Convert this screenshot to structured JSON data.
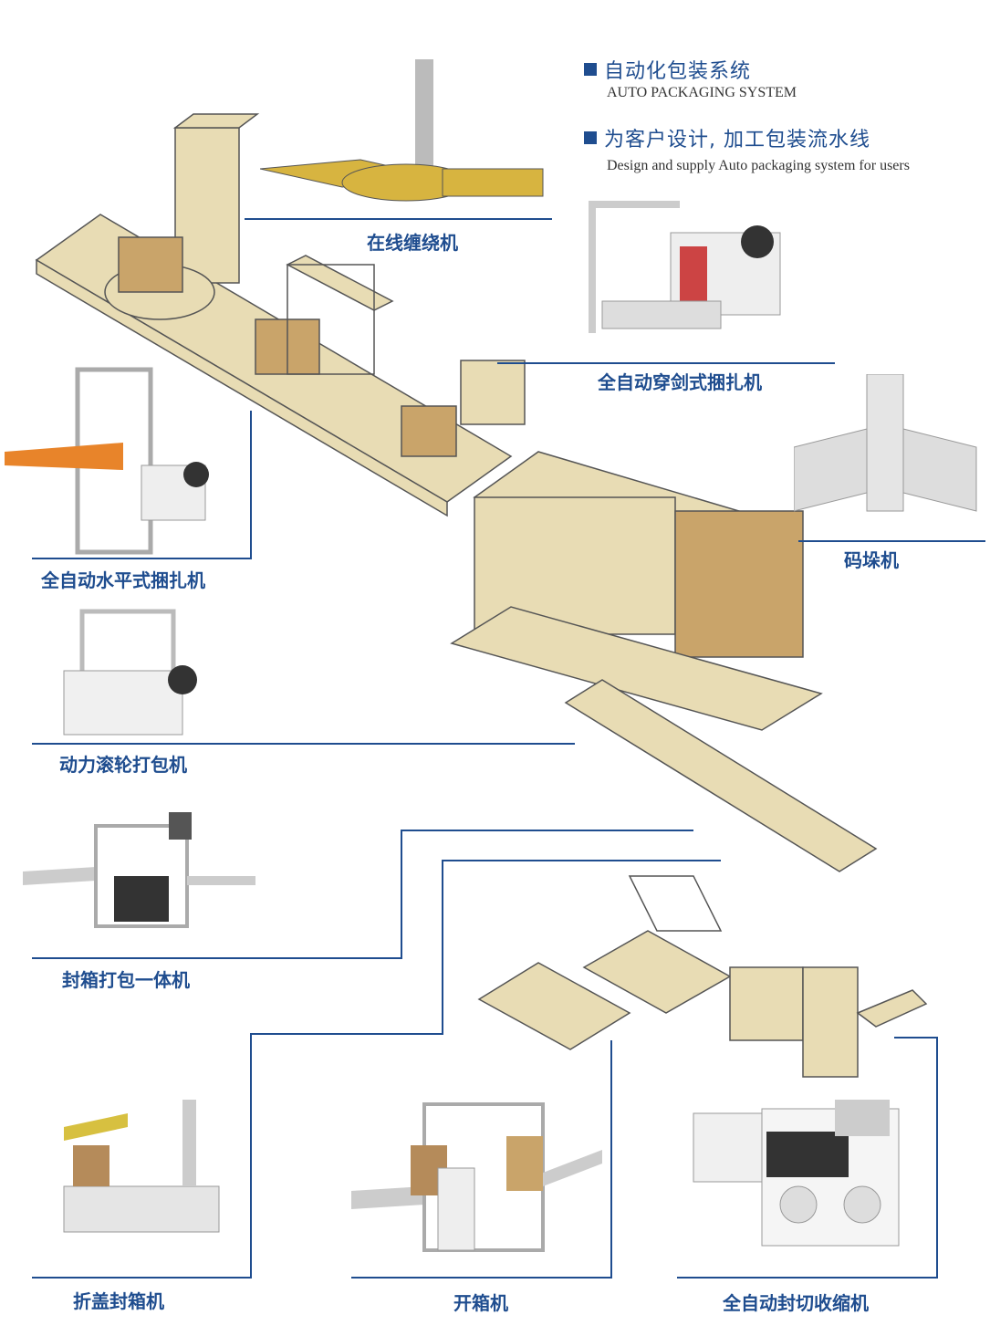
{
  "header": {
    "title_cn": "自动化包装系统",
    "title_en": "AUTO PACKAGING SYSTEM",
    "subtitle_cn": "为客户设计, 加工包装流水线",
    "subtitle_en": "Design and supply Auto packaging system for users"
  },
  "machines": [
    {
      "id": "inline-wrapper",
      "label": "在线缠绕机"
    },
    {
      "id": "arch-strapping",
      "label": "全自动穿剑式捆扎机"
    },
    {
      "id": "palletizer",
      "label": "码垛机"
    },
    {
      "id": "horizontal-strapping",
      "label": "全自动水平式捆扎机"
    },
    {
      "id": "roller-strapping",
      "label": "动力滚轮打包机"
    },
    {
      "id": "seal-strap-combo",
      "label": "封箱打包一体机"
    },
    {
      "id": "fold-sealer",
      "label": "折盖封箱机"
    },
    {
      "id": "case-erector",
      "label": "开箱机"
    },
    {
      "id": "shrink-wrapper",
      "label": "全自动封切收缩机"
    }
  ],
  "colors": {
    "accent": "#1f4d8f",
    "machine_fill": "#e8dcb4",
    "machine_stroke": "#555555",
    "box": "#c9a46a"
  }
}
